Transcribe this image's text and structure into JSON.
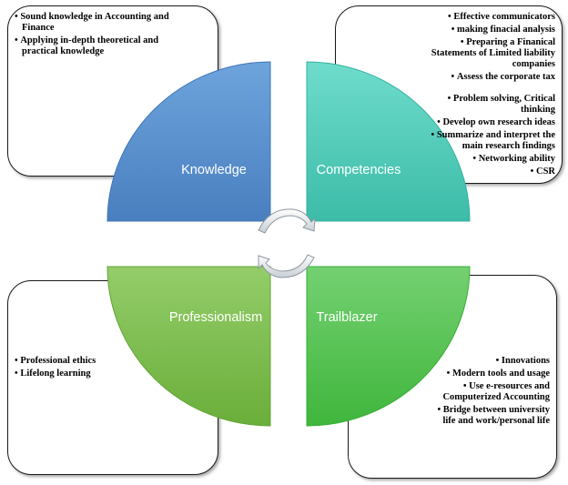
{
  "quadrants": {
    "knowledge": {
      "label": "Knowledge",
      "color": "#4f86c6"
    },
    "competencies": {
      "label": "Competencies",
      "color": "#4bc9b4"
    },
    "professionalism": {
      "label": "Professionalism",
      "color": "#7cbf4a"
    },
    "trailblazer": {
      "label": "Trailblazer",
      "color": "#4cc34a"
    }
  },
  "boxes": {
    "knowledge": [
      "Sound knowledge in Accounting and Finance",
      "Applying in-depth theoretical and practical knowledge"
    ],
    "competencies": [
      "Effective communicators",
      "making finacial analysis",
      "Preparing a Finanical Statements of Limited liability companies",
      "Assess the corporate tax",
      "Problem solving, Critical thinking",
      "Develop own research ideas",
      "Summarize and interpret the main research findings",
      "Networking ability",
      "CSR"
    ],
    "professionalism": [
      "Professional ethics",
      "Lifelong learning"
    ],
    "trailblazer": [
      "Innovations",
      "Modern tools and usage",
      "Use e-resources and Computerized Accounting",
      "Bridge between university life and work/personal life"
    ]
  }
}
